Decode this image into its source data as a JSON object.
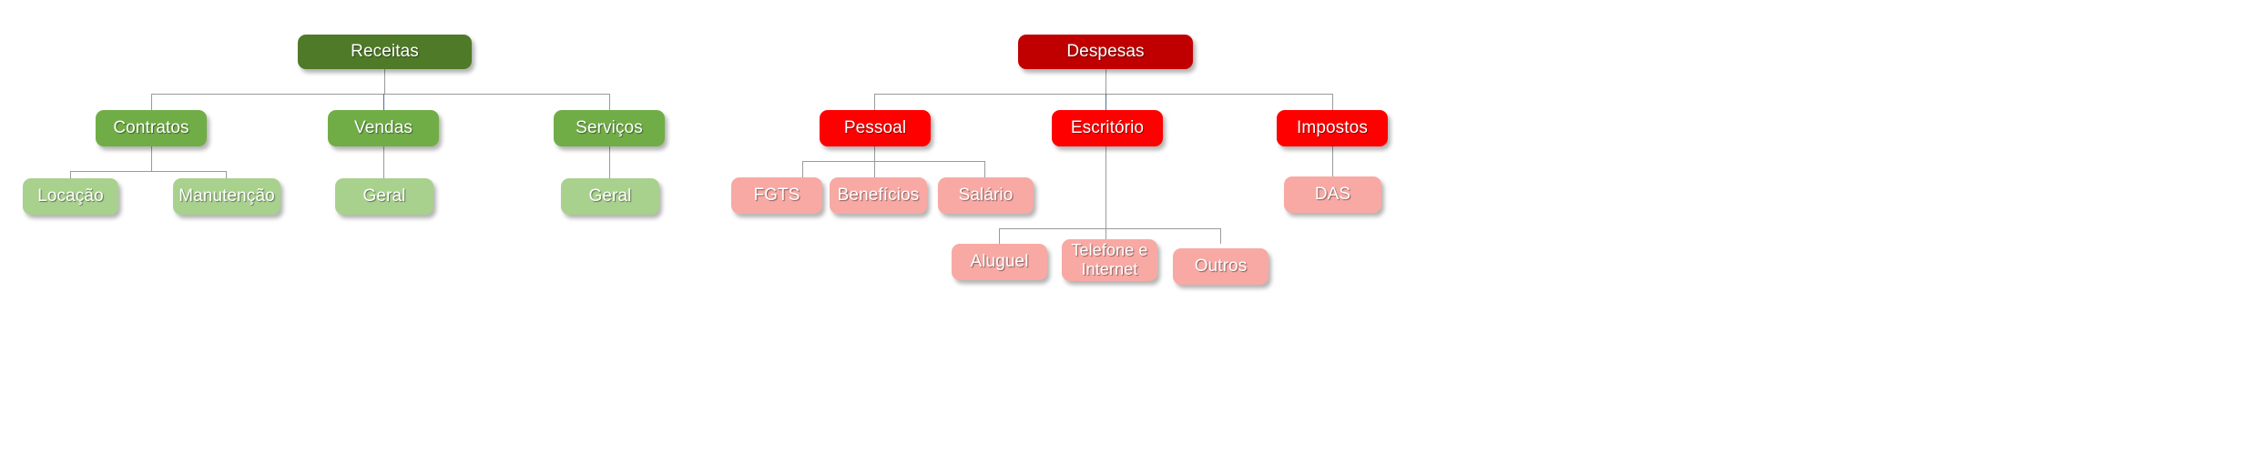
{
  "diagram": {
    "type": "org-chart",
    "background_color": "#FFFFFF",
    "connector_color": "#9A9A9A",
    "accent_connector_color": "#4A6FA5",
    "trees": [
      {
        "id": "receitas",
        "root": {
          "label": "Receitas",
          "color": "#4F7A28"
        },
        "level2_color": "#70AD47",
        "level3_color": "#A9D18E",
        "children": [
          {
            "label": "Contratos",
            "children": [
              {
                "label": "Locação"
              },
              {
                "label": "Manutenção"
              }
            ]
          },
          {
            "label": "Vendas",
            "children": [
              {
                "label": "Geral"
              }
            ]
          },
          {
            "label": "Serviços",
            "children": [
              {
                "label": "Geral"
              }
            ]
          }
        ]
      },
      {
        "id": "despesas",
        "root": {
          "label": "Despesas",
          "color": "#C00000"
        },
        "level2_color": "#FF0000",
        "level3_color": "#F8A9A4",
        "children": [
          {
            "label": "Pessoal",
            "children": [
              {
                "label": "FGTS"
              },
              {
                "label": "Benefícios"
              },
              {
                "label": "Salário"
              }
            ]
          },
          {
            "label": "Escritório",
            "children": [
              {
                "label": "Aluguel"
              },
              {
                "label": "Telefone e\nInternet",
                "line1": "Telefone e",
                "line2": "Internet"
              },
              {
                "label": "Outros"
              }
            ]
          },
          {
            "label": "Impostos",
            "children": [
              {
                "label": "DAS"
              }
            ]
          }
        ]
      }
    ]
  },
  "nodes": {
    "receitas": "Receitas",
    "contratos": "Contratos",
    "vendas": "Vendas",
    "servicos": "Serviços",
    "locacao": "Locação",
    "manutencao": "Manutenção",
    "vendas_geral": "Geral",
    "servicos_geral": "Geral",
    "despesas": "Despesas",
    "pessoal": "Pessoal",
    "escritorio": "Escritório",
    "impostos": "Impostos",
    "fgts": "FGTS",
    "beneficios": "Benefícios",
    "salario": "Salário",
    "das": "DAS",
    "aluguel": "Aluguel",
    "telefone_l1": "Telefone e",
    "telefone_l2": "Internet",
    "outros": "Outros"
  }
}
